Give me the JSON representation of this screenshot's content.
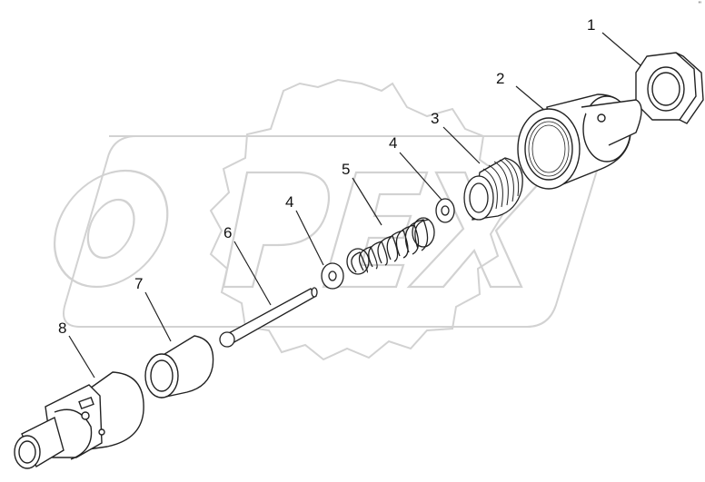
{
  "diagram": {
    "type": "exploded-parts-view",
    "watermark_text": "OPEX",
    "corner_mark": "''",
    "colors": {
      "line": "#222222",
      "watermark": "#d2d2d2"
    },
    "callouts": [
      {
        "id": "1",
        "label": "1",
        "part": "hex-nut"
      },
      {
        "id": "2",
        "label": "2",
        "part": "threaded-cap"
      },
      {
        "id": "3",
        "label": "3",
        "part": "threaded-bushing"
      },
      {
        "id": "4a",
        "label": "4",
        "part": "washer"
      },
      {
        "id": "5",
        "label": "5",
        "part": "spring"
      },
      {
        "id": "4b",
        "label": "4",
        "part": "washer"
      },
      {
        "id": "6",
        "label": "6",
        "part": "pin"
      },
      {
        "id": "7",
        "label": "7",
        "part": "sleeve"
      },
      {
        "id": "8",
        "label": "8",
        "part": "valve-body"
      }
    ]
  }
}
